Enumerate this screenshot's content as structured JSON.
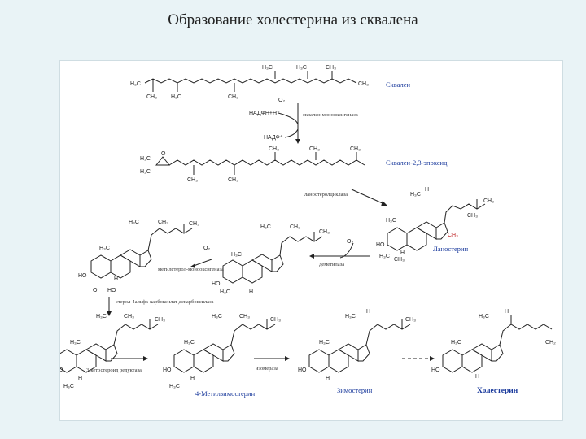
{
  "title": "Образование холестерина из сквалена",
  "compounds": {
    "squalene": "Сквален",
    "epoxide": "Сквален-2,3-эпоксид",
    "lanosterol": "Ланостерин",
    "methylzymosterol": "4-Метилзимостерин",
    "zymosterol": "Зимостерин",
    "cholesterol": "Холестерин"
  },
  "enzymes": {
    "squalene_monooxygenase": "сквален-монооксигеназа",
    "lanosterol_cyclase": "ланостеролциклаза",
    "demethylase": "деметилаза",
    "sterol_methyloxidase": "метилстерол-монооксигеназа",
    "decarboxylase": "стерол-4альфа-карбоксилат декарбоксилаза",
    "ketoreductase": "3-кетостероид редуктаза",
    "isomerase": "изомераза"
  },
  "reagents": {
    "nadph": "НАДФН+Н⁺",
    "nadp": "НАДФ⁺",
    "o2_top": "O₂",
    "o2_mid": "O₂",
    "o2_left": "O₂"
  },
  "atoms": {
    "h3c": "H₃C",
    "ch3": "CH₃",
    "o": "O",
    "ho": "HO",
    "h": "H",
    "ch2": "CH₂",
    "cooh_o": "O"
  }
}
